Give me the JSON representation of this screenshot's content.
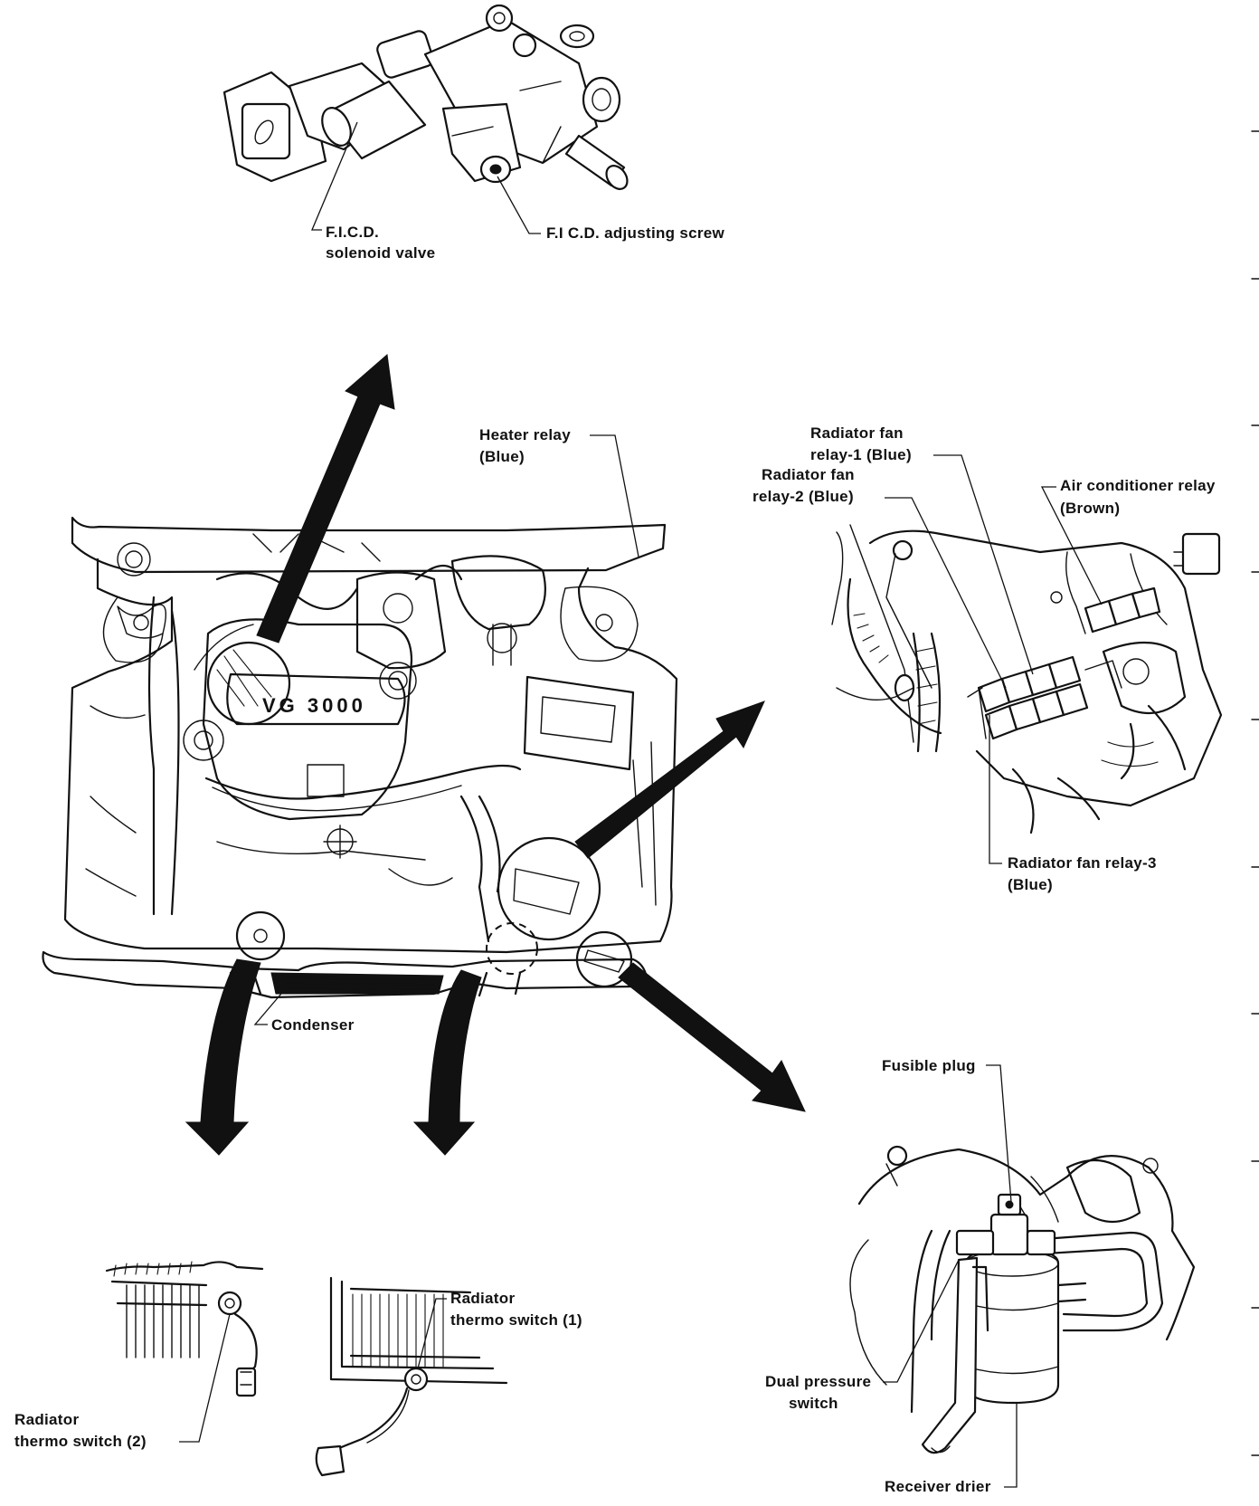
{
  "diagram": {
    "labels": {
      "ficd_valve_1": "F.I.C.D.",
      "ficd_valve_2": "solenoid valve",
      "ficd_screw": "F.I C.D. adjusting screw",
      "heater_relay_1": "Heater relay",
      "heater_relay_2": "(Blue)",
      "fan_relay1_1": "Radiator fan",
      "fan_relay1_2": "relay-1 (Blue)",
      "fan_relay2_1": "Radiator fan",
      "fan_relay2_2": "relay-2 (Blue)",
      "ac_relay_1": "Air conditioner relay",
      "ac_relay_2": "(Brown)",
      "fan_relay3_1": "Radiator fan relay-3",
      "fan_relay3_2": "(Blue)",
      "engine_badge": "VG 3000",
      "condenser": "Condenser",
      "fusible_plug": "Fusible plug",
      "thermo1_1": "Radiator",
      "thermo1_2": "thermo switch (1)",
      "thermo2_1": "Radiator",
      "thermo2_2": "thermo switch (2)",
      "dual_pressure_1": "Dual pressure",
      "dual_pressure_2": "switch",
      "receiver_drier": "Receiver drier"
    }
  }
}
